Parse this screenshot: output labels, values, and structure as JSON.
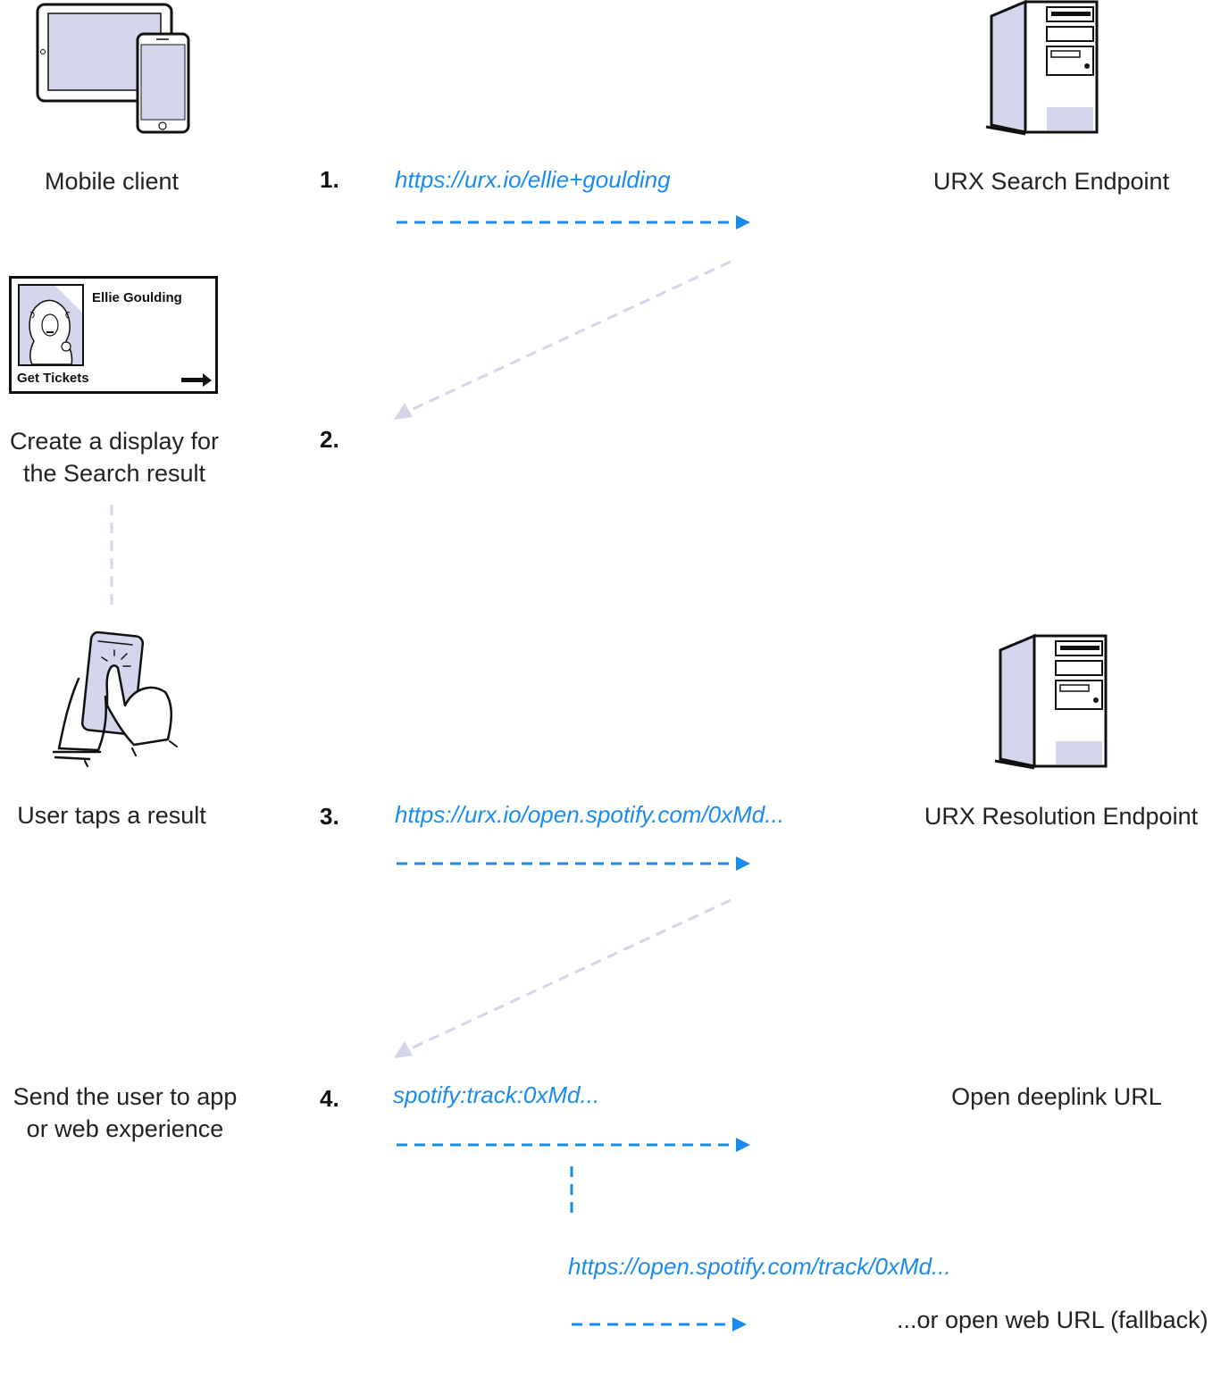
{
  "actors": {
    "mobile_client": "Mobile client",
    "search_endpoint": "URX Search Endpoint",
    "create_display": [
      "Create a display for",
      "the Search result"
    ],
    "user_taps": "User taps a result",
    "resolution_endpoint": "URX Resolution Endpoint",
    "send_user": [
      "Send the user to app",
      "or web experience"
    ],
    "open_deeplink": "Open deeplink URL",
    "open_web": "...or open web URL (fallback)"
  },
  "steps": {
    "s1": "1.",
    "s2": "2.",
    "s3": "3.",
    "s4": "4."
  },
  "urls": {
    "search": "https://urx.io/ellie+goulding",
    "resolve": "https://urx.io/open.spotify.com/0xMd...",
    "deeplink": "spotify:track:0xMd...",
    "web": "https://open.spotify.com/track/0xMd..."
  },
  "card": {
    "name": "Ellie Goulding",
    "cta": "Get Tickets"
  },
  "colors": {
    "accent": "#1a8cf0",
    "return_arrow": "#d4d4ea",
    "device_fill": "#d4d6ec"
  }
}
